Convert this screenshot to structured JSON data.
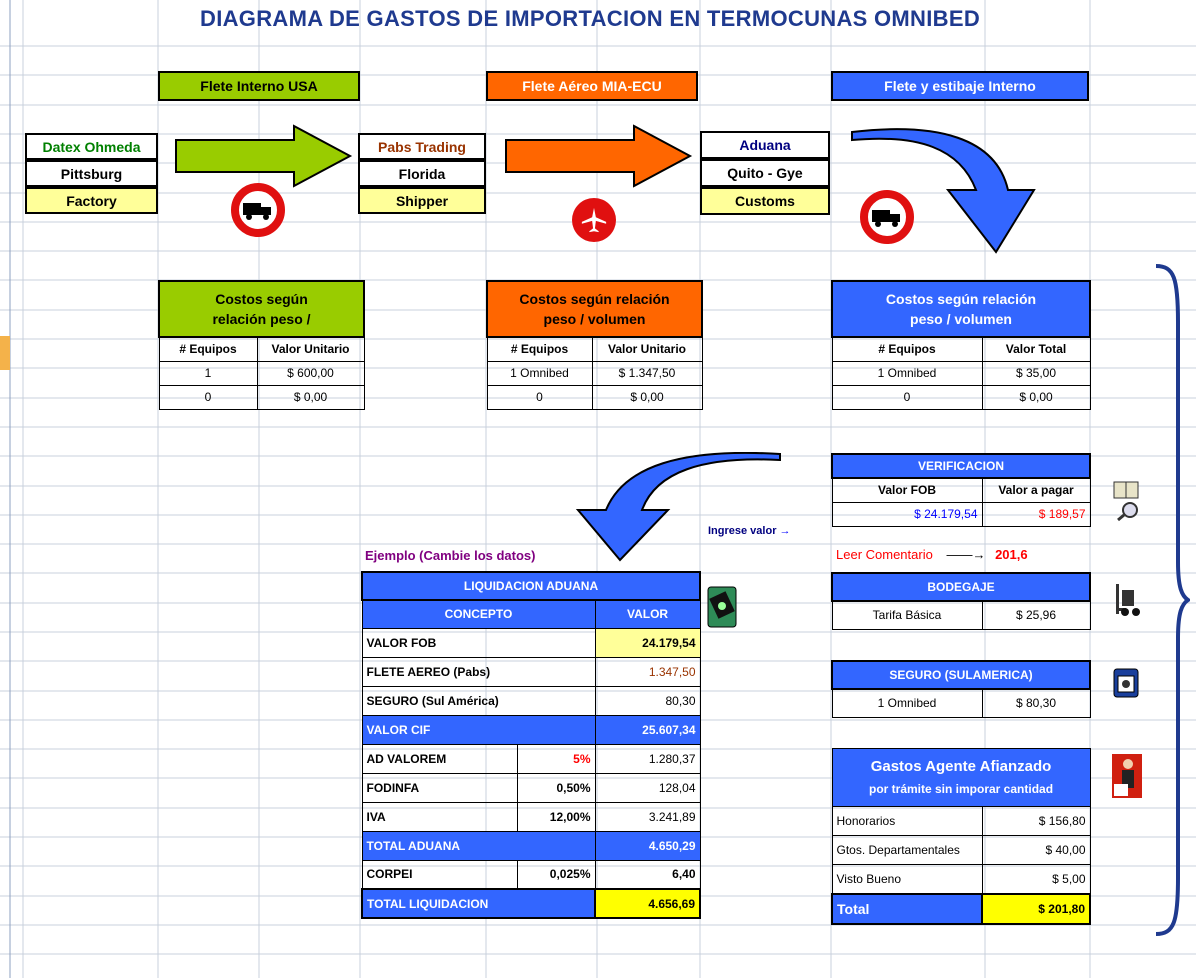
{
  "title": "DIAGRAMA DE GASTOS DE IMPORTACION EN TERMOCUNAS OMNIBED",
  "colors": {
    "green": "#99cc00",
    "orange": "#ff6600",
    "blue": "#3366ff",
    "yellow": "#ffff99",
    "bright_yellow": "#ffff00",
    "red": "#e01010"
  },
  "headers": {
    "flete_usa": "Flete Interno USA",
    "flete_aereo": "Flete Aéreo MIA-ECU",
    "flete_interno": "Flete y estibaje Interno"
  },
  "origin": {
    "line1": "Datex Ohmeda",
    "line2": "Pittsburg",
    "line3": "Factory"
  },
  "pabs": {
    "line1": "Pabs Trading",
    "line2": "Florida",
    "line3": "Shipper"
  },
  "aduana_box": {
    "line1": "Aduana",
    "line2": "Quito - Gye",
    "line3": "Customs"
  },
  "icons": {
    "truck1": "truck-sign-icon",
    "plane": "plane-sign-icon",
    "truck2": "truck-sign-icon"
  },
  "costs_usa": {
    "title1": "Costos según",
    "title2": "relación peso /",
    "col1": "# Equipos",
    "col2": "Valor Unitario",
    "rows": [
      {
        "a": "1",
        "b": "$ 600,00"
      },
      {
        "a": "0",
        "b": "$ 0,00"
      }
    ]
  },
  "costs_aereo": {
    "title1": "Costos según relación",
    "title2": "peso / volumen",
    "col1": "# Equipos",
    "col2": "Valor Unitario",
    "rows": [
      {
        "a": "1 Omnibed",
        "b": "$ 1.347,50"
      },
      {
        "a": "0",
        "b": "$ 0,00"
      }
    ]
  },
  "costs_interno": {
    "title1": "Costos según relación",
    "title2": "peso / volumen",
    "col1": "# Equipos",
    "col2": "Valor Total",
    "rows": [
      {
        "a": "1 Omnibed",
        "b": "$ 35,00"
      },
      {
        "a": "0",
        "b": "$ 0,00"
      }
    ]
  },
  "verificacion": {
    "title": "VERIFICACION",
    "col1": "Valor FOB",
    "col2": "Valor a pagar",
    "fob": "$ 24.179,54",
    "pagar": "$ 189,57"
  },
  "ingrese": "Ingrese valor",
  "leer": "Leer Comentario",
  "leer_value": "201,6",
  "ejemplo": "Ejemplo (Cambie los datos)",
  "liquidacion": {
    "title": "LIQUIDACION ADUANA",
    "col1": "CONCEPTO",
    "col2": "VALOR",
    "fob_label": "VALOR FOB",
    "fob": "24.179,54",
    "flete_label": "FLETE AEREO (Pabs)",
    "flete": "1.347,50",
    "seguro_label": "SEGURO (Sul América)",
    "seguro": "80,30",
    "cif_label": "VALOR   CIF",
    "cif": "25.607,34",
    "adv_label": "AD VALOREM",
    "adv_pct": "5%",
    "adv": "1.280,37",
    "fod_label": "FODINFA",
    "fod_pct": "0,50%",
    "fod": "128,04",
    "iva_label": "IVA",
    "iva_pct": "12,00%",
    "iva": "3.241,89",
    "total_aduana_label": "TOTAL ADUANA",
    "total_aduana": "4.650,29",
    "corpei_label": "CORPEI",
    "corpei_pct": "0,025%",
    "corpei": "6,40",
    "total_liq_label": "TOTAL LIQUIDACION",
    "total_liq": "4.656,69"
  },
  "bodegaje": {
    "title": "BODEGAJE",
    "label": "Tarifa Básica",
    "value": "$ 25,96"
  },
  "seguro": {
    "title": "SEGURO (SULAMERICA)",
    "label": "1 Omnibed",
    "value": "$ 80,30"
  },
  "agente": {
    "title1": "Gastos Agente Afianzado",
    "title2": "por trámite sin imporar cantidad",
    "rows": [
      {
        "label": "Honorarios",
        "value": "$ 156,80"
      },
      {
        "label": "Gtos. Departamentales",
        "value": "$ 40,00"
      },
      {
        "label": "Visto Bueno",
        "value": "$ 5,00"
      }
    ],
    "total_label": "Total",
    "total": "$ 201,80"
  }
}
